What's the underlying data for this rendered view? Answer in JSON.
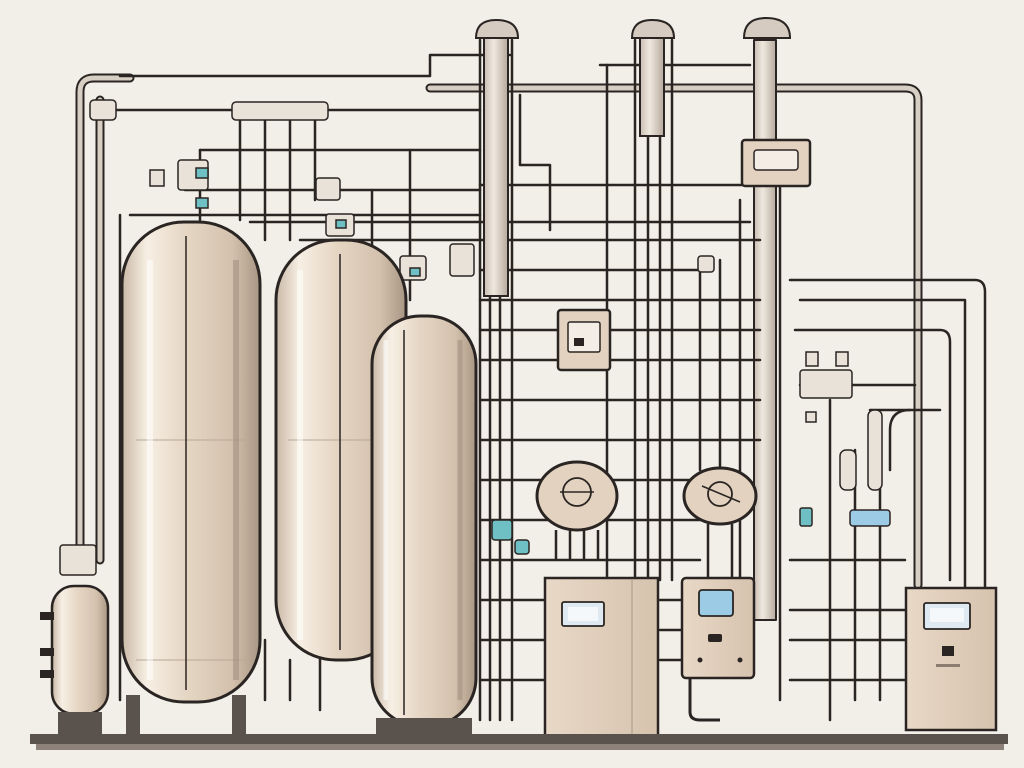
{
  "scene": {
    "subject": "industrial-piping-system-with-tanks",
    "colors": {
      "background": "#f1efe8",
      "tank_body": "#e2d3c0",
      "tank_highlight": "#f7efe4",
      "tank_shadow": "#b8a897",
      "pipe_dark": "#2a2522",
      "pipe_light": "#d8cfc4",
      "cabinet": "#e3d2bf",
      "screen": "#dfe9f1",
      "screen_blue": "#9ccbe6",
      "accent_teal": "#6fc0c4",
      "floor": "#4a4541"
    },
    "counts": {
      "large_tanks": 3,
      "small_tanks": 1,
      "control_cabinets": 3,
      "round_gauges": 2,
      "vent_stacks": 3,
      "wall_panels": 3
    }
  }
}
